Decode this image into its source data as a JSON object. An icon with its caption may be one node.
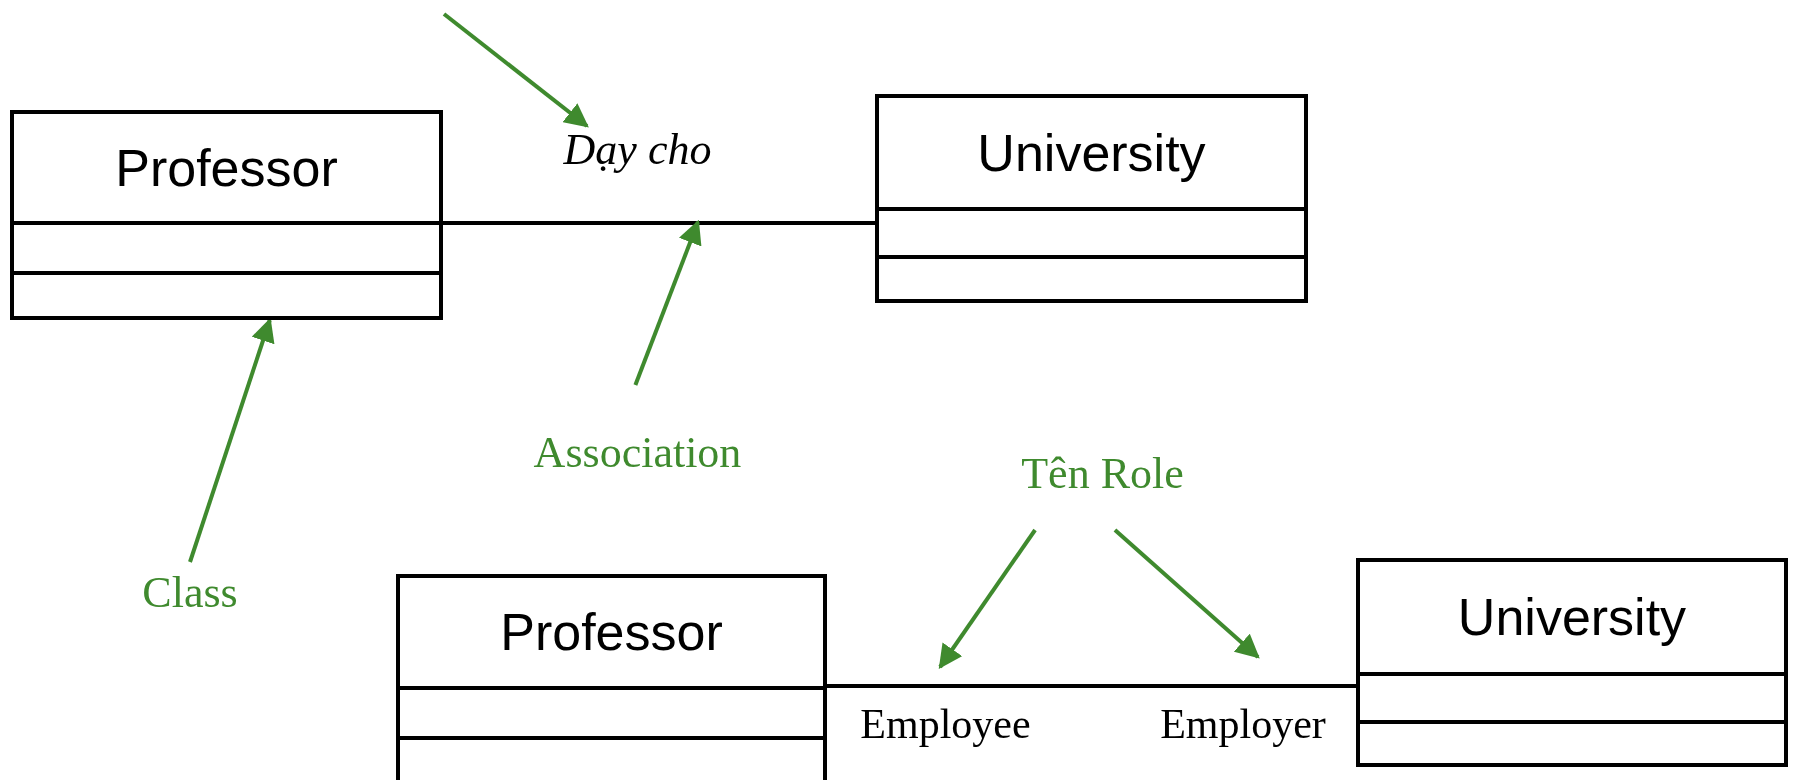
{
  "diagram": {
    "nodes": [
      {
        "text": [
          "Professor"
        ]
      },
      {
        "text": [
          "University"
        ]
      },
      {
        "text": [
          "Dạy cho"
        ]
      },
      {
        "text": [
          "Association"
        ]
      },
      {
        "text": [
          "Class"
        ]
      },
      {
        "text": [
          "Professor"
        ]
      },
      {
        "text": [
          "University"
        ]
      },
      {
        "text": [
          "Tên Role"
        ]
      },
      {
        "text": [
          "Employee"
        ]
      },
      {
        "text": [
          "Employer"
        ]
      }
    ],
    "edges": [
      {
        "from": 0,
        "to": 1,
        "arrow": "none",
        "color": "#000000"
      },
      {
        "from": null,
        "to": 2,
        "arrow": "to"
      },
      {
        "from": 3,
        "to": 2,
        "arrow": "to"
      },
      {
        "from": 4,
        "to": 0,
        "arrow": "to"
      },
      {
        "from": 5,
        "to": 6,
        "arrow": "none",
        "color": "#000000"
      },
      {
        "from": 7,
        "to": 8,
        "arrow": "to"
      },
      {
        "from": 7,
        "to": 9,
        "arrow": "to"
      }
    ]
  }
}
